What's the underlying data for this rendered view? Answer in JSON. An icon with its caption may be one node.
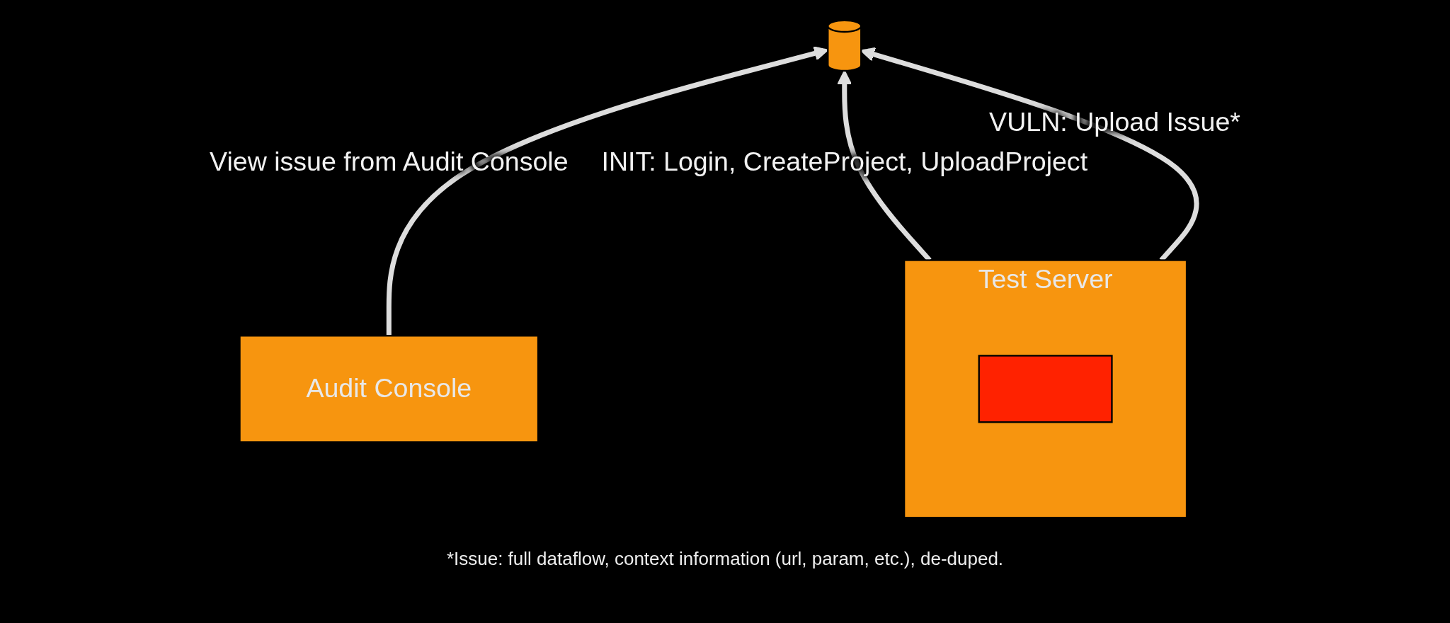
{
  "diagram": {
    "nodes": [
      {
        "text": [],
        "shape": "cylinder"
      },
      {
        "text": [
          "Test Server"
        ]
      },
      {
        "text": [],
        "shape": "box",
        "in": 1
      },
      {
        "text": [
          "Audit Console"
        ]
      }
    ],
    "edges": [
      {
        "from": 1,
        "to": 0,
        "arrow": "to",
        "label": "INIT: Login, CreateProject, UploadProject"
      },
      {
        "from": 1,
        "to": 0,
        "arrow": "to",
        "label": "VULN: Upload Issue*"
      },
      {
        "from": 3,
        "to": 0,
        "arrow": "to",
        "label": "View issue from Audit Console"
      }
    ],
    "labels": [
      "*Issue: full dataflow, context information (url, param, etc.), de-duped."
    ]
  }
}
